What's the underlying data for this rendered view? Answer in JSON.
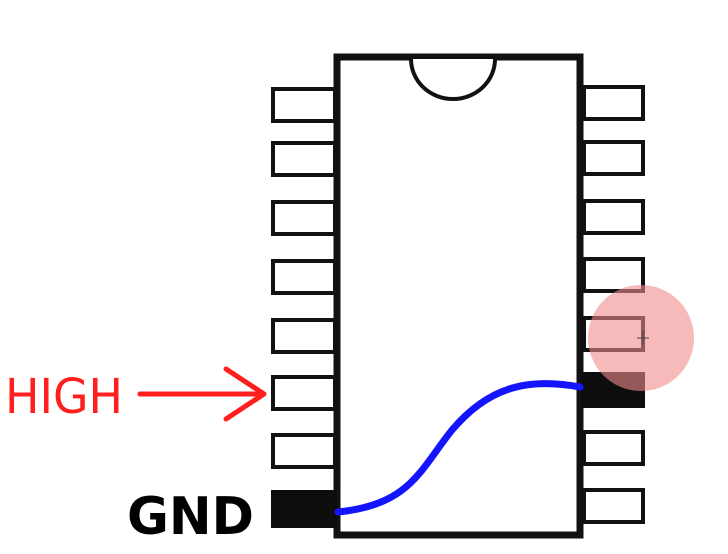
{
  "labels": {
    "high": "HIGH",
    "gnd": "GND"
  },
  "chip": {
    "pins_per_side": 8,
    "left_pins": [
      "normal",
      "normal",
      "normal",
      "normal",
      "normal",
      "high",
      "normal",
      "gnd"
    ],
    "right_pins": [
      "normal",
      "normal",
      "normal",
      "normal",
      "normal",
      "active",
      "normal",
      "normal"
    ]
  },
  "colors": {
    "outline": "#111111",
    "high_label": "#ff1f1f",
    "arrow": "#ff1f1f",
    "wire": "#1414ff",
    "filled_pin": "#0d0d0d",
    "cursor_highlight": "#f08c8c"
  }
}
